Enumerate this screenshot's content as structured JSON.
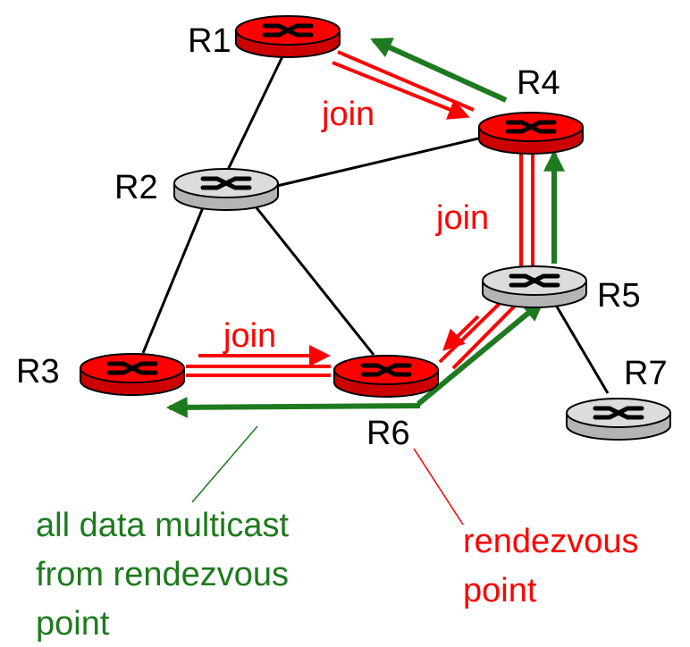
{
  "colors": {
    "active_router": "#ff0000",
    "inactive_router": "#dcdcdc",
    "join_arrow": "#ff0000",
    "data_arrow": "#1e7a1e",
    "link": "#000000"
  },
  "routers": [
    {
      "id": "R1",
      "label": "R1",
      "active": true
    },
    {
      "id": "R2",
      "label": "R2",
      "active": false
    },
    {
      "id": "R3",
      "label": "R3",
      "active": true
    },
    {
      "id": "R4",
      "label": "R4",
      "active": true
    },
    {
      "id": "R5",
      "label": "R5",
      "active": false
    },
    {
      "id": "R6",
      "label": "R6",
      "active": true
    },
    {
      "id": "R7",
      "label": "R7",
      "active": false
    }
  ],
  "links": [
    [
      "R1",
      "R2"
    ],
    [
      "R1",
      "R4"
    ],
    [
      "R2",
      "R4"
    ],
    [
      "R2",
      "R3"
    ],
    [
      "R2",
      "R6"
    ],
    [
      "R3",
      "R6"
    ],
    [
      "R4",
      "R5"
    ],
    [
      "R5",
      "R6"
    ],
    [
      "R5",
      "R7"
    ]
  ],
  "join_labels": [
    "join",
    "join",
    "join"
  ],
  "annotations": {
    "data_note": [
      "all data multicast",
      "from rendezvous",
      "point"
    ],
    "rp_note": [
      "rendezvous",
      "point"
    ]
  }
}
